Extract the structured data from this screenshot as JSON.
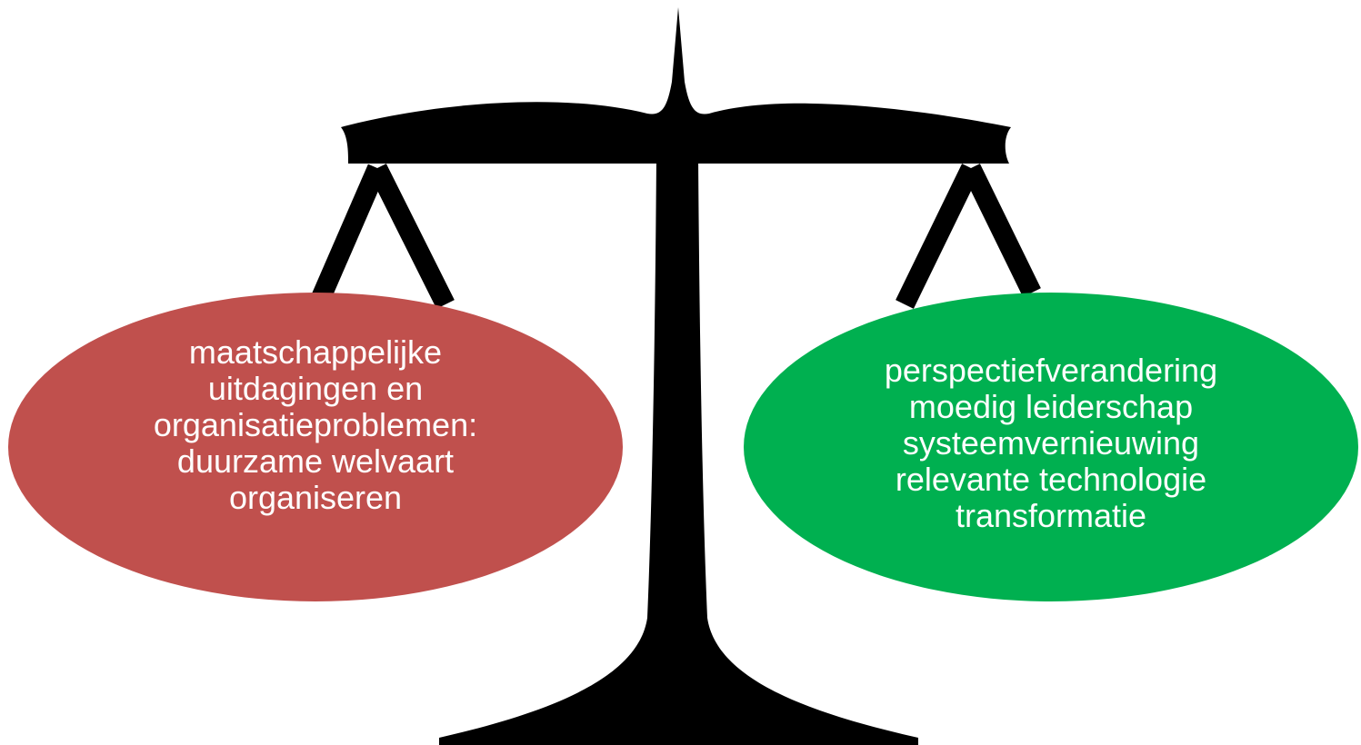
{
  "colors": {
    "scale": "#000000",
    "left_pan": "#c0504d",
    "right_pan": "#00b050",
    "text": "#ffffff",
    "background": "#ffffff"
  },
  "left_pan": {
    "lines": [
      "maatschappelijke",
      "uitdagingen en",
      "organisatieproblemen:",
      "duurzame welvaart",
      "organiseren"
    ]
  },
  "right_pan": {
    "lines": [
      "perspectiefverandering",
      "moedig leiderschap",
      "systeemvernieuwing",
      "relevante technologie",
      "transformatie"
    ]
  }
}
